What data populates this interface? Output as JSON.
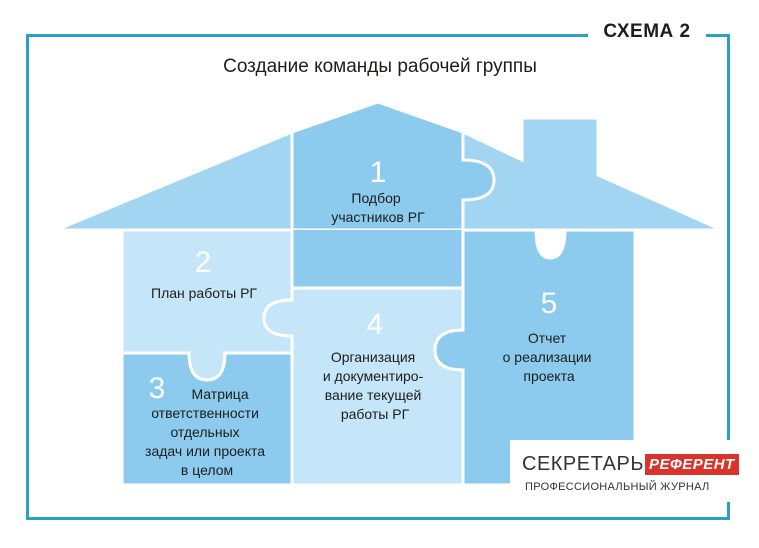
{
  "badge": "СХЕМА 2",
  "title": "Создание команды рабочей группы",
  "pieces": [
    {
      "number": "1",
      "lines": [
        "Подбор",
        "участников РГ"
      ]
    },
    {
      "number": "2",
      "lines": [
        "План работы РГ"
      ]
    },
    {
      "number": "3",
      "lines": [
        "Матрица",
        "ответственности",
        "отдельных",
        "задач или проекта",
        "в целом"
      ]
    },
    {
      "number": "4",
      "lines": [
        "Организация",
        "и документиро-",
        "вание текущей",
        "работы РГ"
      ]
    },
    {
      "number": "5",
      "lines": [
        "Отчет",
        "о реализации",
        "проекта"
      ]
    }
  ],
  "logo": {
    "main": "СЕКРЕТАРЬ",
    "accent": "РЕФЕРЕНТ",
    "subtitle": "ПРОФЕССИОНАЛЬНЫЙ ЖУРНАЛ"
  },
  "colors": {
    "frame": "#2aa0c4",
    "light": "#c5e5f8",
    "medium": "#a2d5f2",
    "dark": "#8ccbee",
    "number": "#ffffff"
  }
}
